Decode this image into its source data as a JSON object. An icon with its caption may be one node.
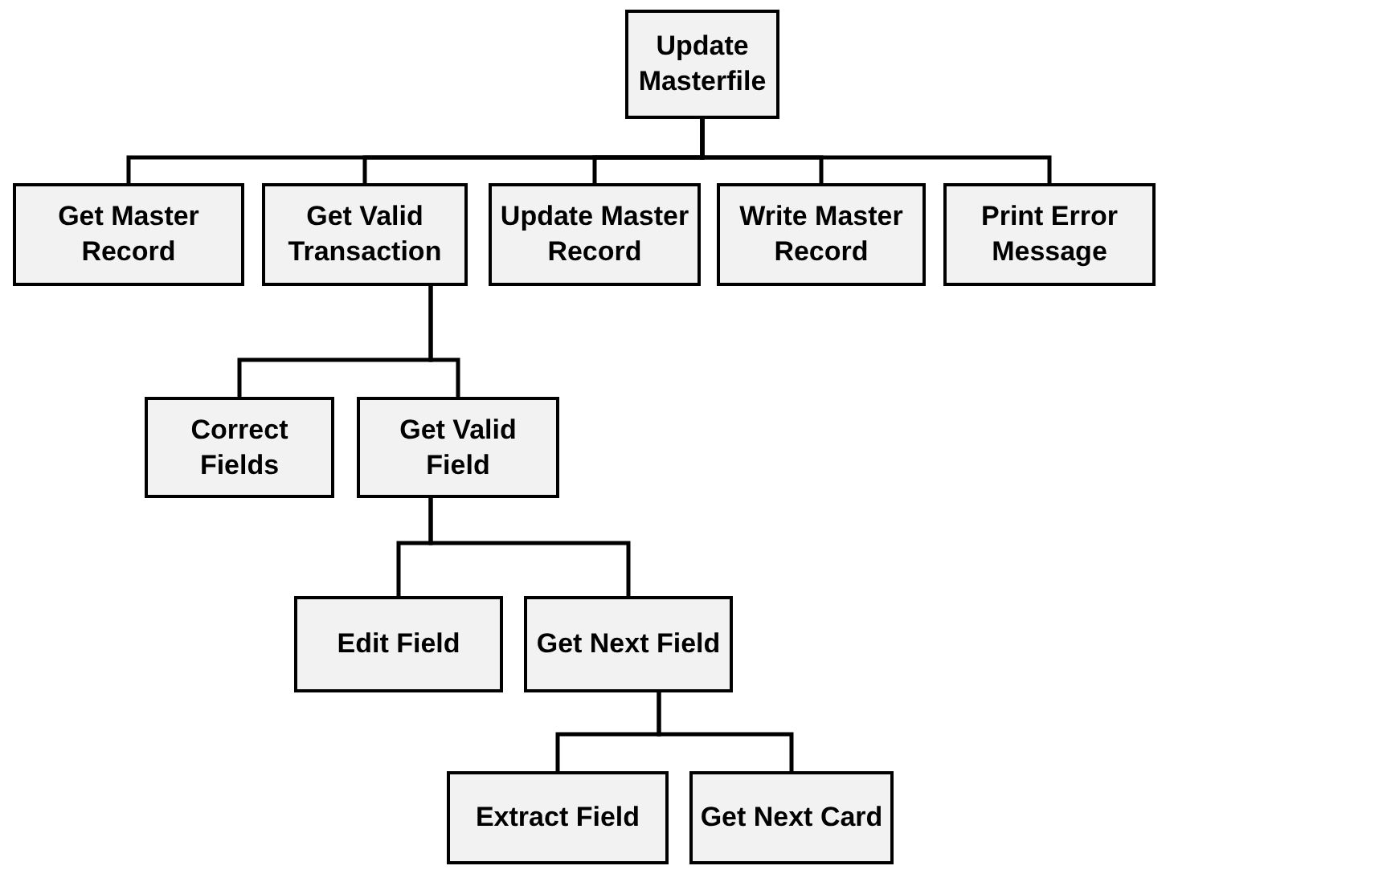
{
  "diagram": {
    "nodes": [
      {
        "text": [
          "Update Masterfile"
        ]
      },
      {
        "text": [
          "Get Master Record"
        ]
      },
      {
        "text": [
          "Get Valid Transaction"
        ]
      },
      {
        "text": [
          "Update Master Record"
        ]
      },
      {
        "text": [
          "Write Master Record"
        ]
      },
      {
        "text": [
          "Print Error Message"
        ]
      },
      {
        "text": [
          "Correct Fields"
        ]
      },
      {
        "text": [
          "Get Valid Field"
        ]
      },
      {
        "text": [
          "Edit Field"
        ]
      },
      {
        "text": [
          "Get Next Field"
        ]
      },
      {
        "text": [
          "Extract Field"
        ]
      },
      {
        "text": [
          "Get Next Card"
        ]
      }
    ],
    "edges": [
      {
        "from": 0,
        "to": 1,
        "arrow": "none"
      },
      {
        "from": 0,
        "to": 2,
        "arrow": "none"
      },
      {
        "from": 0,
        "to": 3,
        "arrow": "none"
      },
      {
        "from": 0,
        "to": 4,
        "arrow": "none"
      },
      {
        "from": 0,
        "to": 5,
        "arrow": "none"
      },
      {
        "from": 2,
        "to": 6,
        "arrow": "none"
      },
      {
        "from": 2,
        "to": 7,
        "arrow": "none"
      },
      {
        "from": 7,
        "to": 8,
        "arrow": "none"
      },
      {
        "from": 7,
        "to": 9,
        "arrow": "none"
      },
      {
        "from": 9,
        "to": 10,
        "arrow": "none"
      },
      {
        "from": 9,
        "to": 11,
        "arrow": "none"
      }
    ]
  }
}
